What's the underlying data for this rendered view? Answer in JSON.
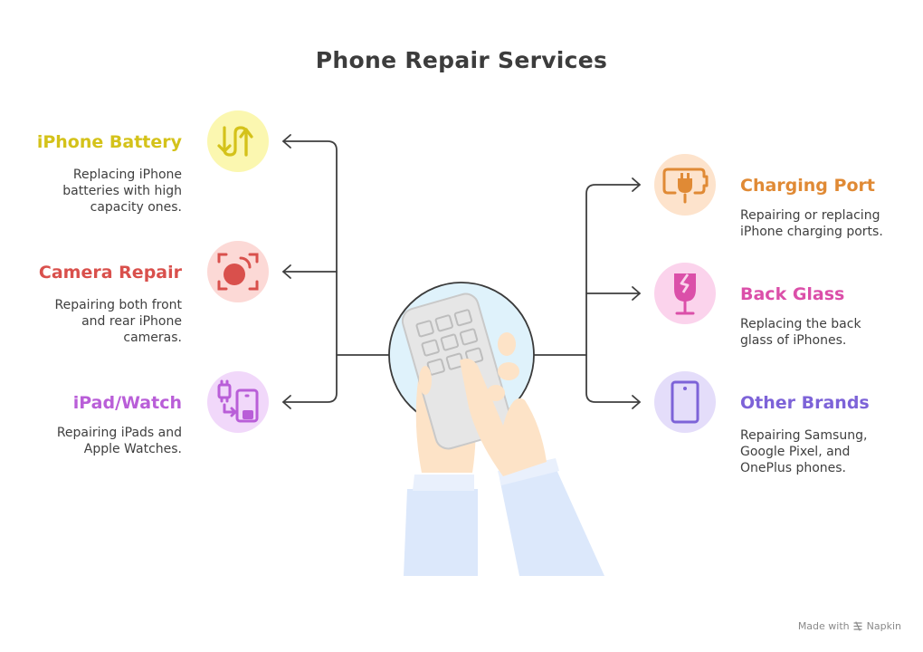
{
  "title": "Phone Repair Services",
  "colors": {
    "battery": "#d4c21a",
    "camera": "#d9504c",
    "ipad": "#b95ed8",
    "charging": "#e08a35",
    "glass": "#db4fa9",
    "brands": "#7d63d8",
    "line": "#3f3f3f"
  },
  "left_items": [
    {
      "heading": "iPhone Battery",
      "description": "Replacing iPhone\nbatteries with high\ncapacity ones.",
      "icon": "swap-arrows-icon"
    },
    {
      "heading": "Camera Repair",
      "description": "Repairing both front\nand rear iPhone\ncameras.",
      "icon": "camera-focus-icon"
    },
    {
      "heading": "iPad/Watch",
      "description": "Repairing iPads and\nApple Watches.",
      "icon": "device-sync-icon"
    }
  ],
  "right_items": [
    {
      "heading": "Charging Port",
      "description": "Repairing or replacing\niPhone charging ports.",
      "icon": "battery-plug-icon"
    },
    {
      "heading": "Back Glass",
      "description": "Replacing the back\nglass of iPhones.",
      "icon": "broken-glass-icon"
    },
    {
      "heading": "Other Brands",
      "description": "Repairing Samsung,\nGoogle Pixel, and\nOnePlus phones.",
      "icon": "smartphone-icon"
    }
  ],
  "footer": {
    "text": "Made with",
    "brand": "Napkin"
  }
}
